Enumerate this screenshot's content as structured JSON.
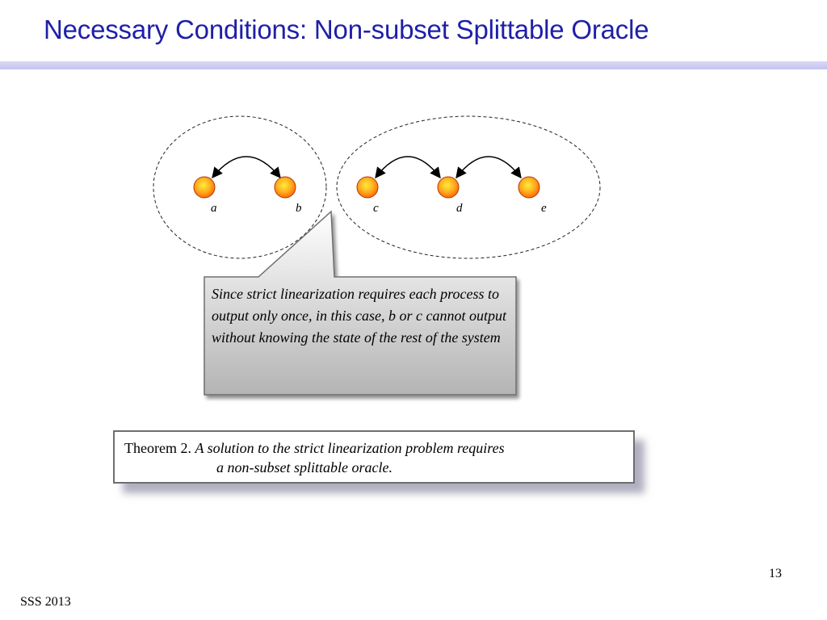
{
  "slide": {
    "title": "Necessary Conditions: Non-subset Splittable Oracle",
    "page_number": "13",
    "footer": "SSS 2013"
  },
  "diagram": {
    "nodes": [
      {
        "id": "a",
        "label": "a"
      },
      {
        "id": "b",
        "label": "b"
      },
      {
        "id": "c",
        "label": "c"
      },
      {
        "id": "d",
        "label": "d"
      },
      {
        "id": "e",
        "label": "e"
      }
    ],
    "groups": [
      {
        "members": [
          "a",
          "b"
        ]
      },
      {
        "members": [
          "c",
          "d",
          "e"
        ]
      }
    ],
    "edges": [
      {
        "from": "a",
        "to": "b",
        "bidirectional": true
      },
      {
        "from": "c",
        "to": "d",
        "bidirectional": true
      },
      {
        "from": "d",
        "to": "e",
        "bidirectional": true
      }
    ]
  },
  "callout": {
    "text": "Since strict linearization requires each process to output only once, in this case, b or c cannot output without knowing the state of the rest of the system"
  },
  "theorem": {
    "label": "Theorem 2",
    "separator": ". ",
    "line1": "A solution to the strict linearization problem requires",
    "line2": "a non-subset splittable oracle."
  },
  "colors": {
    "title": "#1f1fa8",
    "node_fill_center": "#ffe840",
    "node_fill_edge": "#ff7a10",
    "node_stroke": "#b33a00"
  }
}
